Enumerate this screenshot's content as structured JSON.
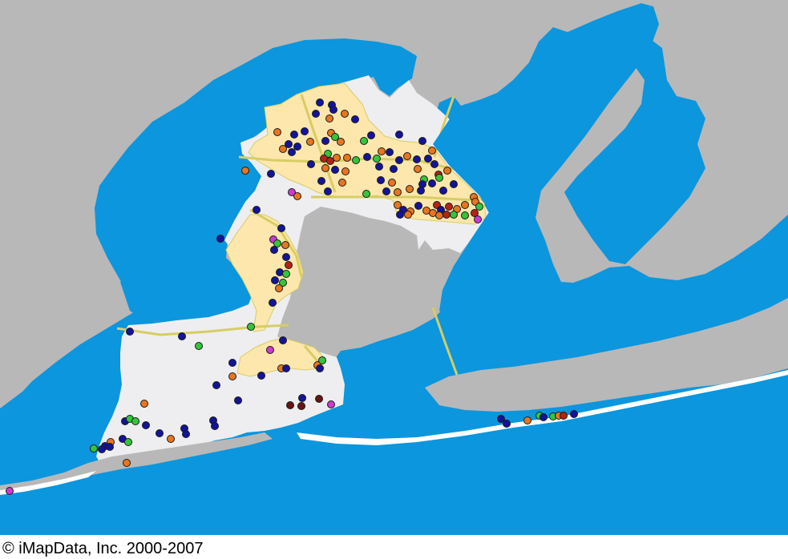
{
  "map": {
    "copyright": "© iMapData, Inc. 2000-2007",
    "colors": {
      "water": "#0b96dd",
      "land": "#b8b8b8",
      "county": "#eeeef0",
      "city": "#fde7ad",
      "road": "#d7cd63",
      "marker_outline": "#1a1a1a"
    },
    "marker_colors": {
      "blue": "#13149a",
      "orange": "#e8761f",
      "green": "#34c53a",
      "red": "#b52314",
      "magenta": "#cd3ad1",
      "maroon": "#6a1310"
    },
    "markers": [
      {
        "name": "marker-blue",
        "color": "blue",
        "lon": 399,
        "lat": 128
      },
      {
        "name": "marker-blue",
        "color": "blue",
        "lon": 414,
        "lat": 131
      },
      {
        "name": "marker-orange",
        "color": "orange",
        "lon": 430,
        "lat": 142
      },
      {
        "name": "marker-orange",
        "color": "orange",
        "lon": 411,
        "lat": 148
      },
      {
        "name": "marker-blue",
        "color": "blue",
        "lon": 416,
        "lat": 137
      },
      {
        "name": "marker-blue",
        "color": "blue",
        "lon": 443,
        "lat": 149
      },
      {
        "name": "marker-blue",
        "color": "blue",
        "lon": 394,
        "lat": 142
      },
      {
        "name": "marker-orange",
        "color": "orange",
        "lon": 346,
        "lat": 165
      },
      {
        "name": "marker-blue",
        "color": "blue",
        "lon": 367,
        "lat": 168
      },
      {
        "name": "marker-blue",
        "color": "blue",
        "lon": 380,
        "lat": 164
      },
      {
        "name": "marker-orange",
        "color": "orange",
        "lon": 387,
        "lat": 177
      },
      {
        "name": "marker-blue",
        "color": "blue",
        "lon": 360,
        "lat": 180
      },
      {
        "name": "marker-blue",
        "color": "blue",
        "lon": 371,
        "lat": 183
      },
      {
        "name": "marker-orange",
        "color": "orange",
        "lon": 353,
        "lat": 186
      },
      {
        "name": "marker-blue",
        "color": "blue",
        "lon": 364,
        "lat": 190
      },
      {
        "name": "marker-orange",
        "color": "orange",
        "lon": 413,
        "lat": 166
      },
      {
        "name": "marker-green",
        "color": "green",
        "lon": 418,
        "lat": 171
      },
      {
        "name": "marker-orange",
        "color": "orange",
        "lon": 425,
        "lat": 177
      },
      {
        "name": "marker-blue",
        "color": "blue",
        "lon": 406,
        "lat": 176
      },
      {
        "name": "marker-green",
        "color": "green",
        "lon": 454,
        "lat": 176
      },
      {
        "name": "marker-blue",
        "color": "blue",
        "lon": 463,
        "lat": 169
      },
      {
        "name": "marker-blue",
        "color": "blue",
        "lon": 498,
        "lat": 168
      },
      {
        "name": "marker-blue",
        "color": "blue",
        "lon": 527,
        "lat": 176
      },
      {
        "name": "marker-orange",
        "color": "orange",
        "lon": 539,
        "lat": 188
      },
      {
        "name": "marker-orange",
        "color": "orange",
        "lon": 476,
        "lat": 189
      },
      {
        "name": "marker-blue",
        "color": "blue",
        "lon": 486,
        "lat": 190
      },
      {
        "name": "marker-green",
        "color": "green",
        "lon": 409,
        "lat": 192
      },
      {
        "name": "marker-red",
        "color": "red",
        "lon": 404,
        "lat": 198
      },
      {
        "name": "marker-red",
        "color": "red",
        "lon": 412,
        "lat": 201
      },
      {
        "name": "marker-orange",
        "color": "orange",
        "lon": 420,
        "lat": 197
      },
      {
        "name": "marker-orange",
        "color": "orange",
        "lon": 433,
        "lat": 197
      },
      {
        "name": "marker-green",
        "color": "green",
        "lon": 444,
        "lat": 200
      },
      {
        "name": "marker-blue",
        "color": "blue",
        "lon": 458,
        "lat": 196
      },
      {
        "name": "marker-green",
        "color": "green",
        "lon": 470,
        "lat": 198
      },
      {
        "name": "marker-blue",
        "color": "blue",
        "lon": 498,
        "lat": 200
      },
      {
        "name": "marker-orange",
        "color": "orange",
        "lon": 508,
        "lat": 195
      },
      {
        "name": "marker-blue",
        "color": "blue",
        "lon": 520,
        "lat": 199
      },
      {
        "name": "marker-blue",
        "color": "blue",
        "lon": 534,
        "lat": 198
      },
      {
        "name": "marker-blue",
        "color": "blue",
        "lon": 542,
        "lat": 205
      },
      {
        "name": "marker-orange",
        "color": "orange",
        "lon": 306,
        "lat": 213
      },
      {
        "name": "marker-blue",
        "color": "blue",
        "lon": 338,
        "lat": 217
      },
      {
        "name": "marker-blue",
        "color": "blue",
        "lon": 388,
        "lat": 205
      },
      {
        "name": "marker-orange",
        "color": "orange",
        "lon": 406,
        "lat": 210
      },
      {
        "name": "marker-blue",
        "color": "blue",
        "lon": 418,
        "lat": 212
      },
      {
        "name": "marker-orange",
        "color": "orange",
        "lon": 431,
        "lat": 214
      },
      {
        "name": "marker-blue",
        "color": "blue",
        "lon": 473,
        "lat": 208
      },
      {
        "name": "marker-blue",
        "color": "blue",
        "lon": 491,
        "lat": 211
      },
      {
        "name": "marker-orange",
        "color": "orange",
        "lon": 521,
        "lat": 211
      },
      {
        "name": "marker-orange",
        "color": "orange",
        "lon": 558,
        "lat": 213
      },
      {
        "name": "marker-red",
        "color": "red",
        "lon": 547,
        "lat": 218
      },
      {
        "name": "marker-green",
        "color": "green",
        "lon": 548,
        "lat": 222
      },
      {
        "name": "marker-green",
        "color": "green",
        "lon": 529,
        "lat": 224
      },
      {
        "name": "marker-blue",
        "color": "blue",
        "lon": 401,
        "lat": 226
      },
      {
        "name": "marker-orange",
        "color": "orange",
        "lon": 427,
        "lat": 228
      },
      {
        "name": "marker-blue",
        "color": "blue",
        "lon": 475,
        "lat": 225
      },
      {
        "name": "marker-orange",
        "color": "orange",
        "lon": 489,
        "lat": 228
      },
      {
        "name": "marker-blue",
        "color": "blue",
        "lon": 527,
        "lat": 230
      },
      {
        "name": "marker-blue",
        "color": "blue",
        "lon": 539,
        "lat": 229
      },
      {
        "name": "marker-blue",
        "color": "blue",
        "lon": 566,
        "lat": 230
      },
      {
        "name": "marker-magenta",
        "color": "magenta",
        "lon": 364,
        "lat": 240
      },
      {
        "name": "marker-orange",
        "color": "orange",
        "lon": 371,
        "lat": 245
      },
      {
        "name": "marker-blue",
        "color": "blue",
        "lon": 409,
        "lat": 239
      },
      {
        "name": "marker-green",
        "color": "green",
        "lon": 457,
        "lat": 242
      },
      {
        "name": "marker-blue",
        "color": "blue",
        "lon": 482,
        "lat": 239
      },
      {
        "name": "marker-orange",
        "color": "orange",
        "lon": 496,
        "lat": 240
      },
      {
        "name": "marker-orange",
        "color": "orange",
        "lon": 511,
        "lat": 236
      },
      {
        "name": "marker-blue",
        "color": "blue",
        "lon": 525,
        "lat": 238
      },
      {
        "name": "marker-blue",
        "color": "blue",
        "lon": 553,
        "lat": 238
      },
      {
        "name": "marker-orange",
        "color": "orange",
        "lon": 591,
        "lat": 246
      },
      {
        "name": "marker-orange",
        "color": "orange",
        "lon": 496,
        "lat": 256
      },
      {
        "name": "marker-blue",
        "color": "blue",
        "lon": 503,
        "lat": 262
      },
      {
        "name": "marker-orange",
        "color": "orange",
        "lon": 512,
        "lat": 264
      },
      {
        "name": "marker-blue",
        "color": "blue",
        "lon": 522,
        "lat": 257
      },
      {
        "name": "marker-orange",
        "color": "orange",
        "lon": 532,
        "lat": 263
      },
      {
        "name": "marker-red",
        "color": "red",
        "lon": 545,
        "lat": 256
      },
      {
        "name": "marker-blue",
        "color": "blue",
        "lon": 550,
        "lat": 262
      },
      {
        "name": "marker-red",
        "color": "red",
        "lon": 560,
        "lat": 258
      },
      {
        "name": "marker-orange",
        "color": "orange",
        "lon": 570,
        "lat": 261
      },
      {
        "name": "marker-orange",
        "color": "orange",
        "lon": 580,
        "lat": 256
      },
      {
        "name": "marker-blue",
        "color": "blue",
        "lon": 499,
        "lat": 268
      },
      {
        "name": "marker-orange",
        "color": "orange",
        "lon": 509,
        "lat": 268
      },
      {
        "name": "marker-orange",
        "color": "orange",
        "lon": 540,
        "lat": 266
      },
      {
        "name": "marker-orange",
        "color": "orange",
        "lon": 548,
        "lat": 269
      },
      {
        "name": "marker-red",
        "color": "red",
        "lon": 557,
        "lat": 268
      },
      {
        "name": "marker-green",
        "color": "green",
        "lon": 566,
        "lat": 268
      },
      {
        "name": "marker-green",
        "color": "green",
        "lon": 580,
        "lat": 269
      },
      {
        "name": "marker-red",
        "color": "red",
        "lon": 592,
        "lat": 266
      },
      {
        "name": "marker-magenta",
        "color": "magenta",
        "lon": 596,
        "lat": 274
      },
      {
        "name": "marker-orange",
        "color": "orange",
        "lon": 593,
        "lat": 252
      },
      {
        "name": "marker-green",
        "color": "green",
        "lon": 598,
        "lat": 258
      },
      {
        "name": "marker-blue",
        "color": "blue",
        "lon": 320,
        "lat": 262
      },
      {
        "name": "marker-blue",
        "color": "blue",
        "lon": 351,
        "lat": 285
      },
      {
        "name": "marker-blue",
        "color": "blue",
        "lon": 275,
        "lat": 298
      },
      {
        "name": "marker-magenta",
        "color": "magenta",
        "lon": 341,
        "lat": 299
      },
      {
        "name": "marker-green",
        "color": "green",
        "lon": 346,
        "lat": 304
      },
      {
        "name": "marker-orange",
        "color": "orange",
        "lon": 356,
        "lat": 306
      },
      {
        "name": "marker-blue",
        "color": "blue",
        "lon": 342,
        "lat": 312
      },
      {
        "name": "marker-blue",
        "color": "blue",
        "lon": 357,
        "lat": 321
      },
      {
        "name": "marker-red",
        "color": "red",
        "lon": 360,
        "lat": 331
      },
      {
        "name": "marker-blue",
        "color": "blue",
        "lon": 349,
        "lat": 340
      },
      {
        "name": "marker-green",
        "color": "green",
        "lon": 357,
        "lat": 342
      },
      {
        "name": "marker-blue",
        "color": "blue",
        "lon": 343,
        "lat": 350
      },
      {
        "name": "marker-green",
        "color": "green",
        "lon": 353,
        "lat": 353
      },
      {
        "name": "marker-orange",
        "color": "orange",
        "lon": 348,
        "lat": 360
      },
      {
        "name": "marker-blue",
        "color": "blue",
        "lon": 340,
        "lat": 378
      },
      {
        "name": "marker-green",
        "color": "green",
        "lon": 313,
        "lat": 408
      },
      {
        "name": "marker-blue",
        "color": "blue",
        "lon": 162,
        "lat": 414
      },
      {
        "name": "marker-blue",
        "color": "blue",
        "lon": 227,
        "lat": 420
      },
      {
        "name": "marker-green",
        "color": "green",
        "lon": 248,
        "lat": 432
      },
      {
        "name": "marker-magenta",
        "color": "magenta",
        "lon": 337,
        "lat": 437
      },
      {
        "name": "marker-blue",
        "color": "blue",
        "lon": 290,
        "lat": 453
      },
      {
        "name": "marker-orange",
        "color": "orange",
        "lon": 290,
        "lat": 470
      },
      {
        "name": "marker-blue",
        "color": "blue",
        "lon": 326,
        "lat": 469
      },
      {
        "name": "marker-orange",
        "color": "orange",
        "lon": 351,
        "lat": 460
      },
      {
        "name": "marker-blue",
        "color": "blue",
        "lon": 357,
        "lat": 460
      },
      {
        "name": "marker-orange",
        "color": "orange",
        "lon": 396,
        "lat": 456
      },
      {
        "name": "marker-green",
        "color": "green",
        "lon": 402,
        "lat": 450
      },
      {
        "name": "marker-blue",
        "color": "blue",
        "lon": 353,
        "lat": 425
      },
      {
        "name": "marker-blue",
        "color": "blue",
        "lon": 399,
        "lat": 460
      },
      {
        "name": "marker-blue",
        "color": "blue",
        "lon": 270,
        "lat": 481
      },
      {
        "name": "marker-orange",
        "color": "orange",
        "lon": 180,
        "lat": 504
      },
      {
        "name": "marker-blue",
        "color": "blue",
        "lon": 297,
        "lat": 500
      },
      {
        "name": "marker-maroon",
        "color": "maroon",
        "lon": 362,
        "lat": 506
      },
      {
        "name": "marker-maroon",
        "color": "maroon",
        "lon": 376,
        "lat": 507
      },
      {
        "name": "marker-maroon",
        "color": "maroon",
        "lon": 398,
        "lat": 498
      },
      {
        "name": "marker-magenta",
        "color": "magenta",
        "lon": 413,
        "lat": 505
      },
      {
        "name": "marker-blue",
        "color": "blue",
        "lon": 377,
        "lat": 497
      },
      {
        "name": "marker-blue",
        "color": "blue",
        "lon": 156,
        "lat": 526
      },
      {
        "name": "marker-green",
        "color": "green",
        "lon": 162,
        "lat": 523
      },
      {
        "name": "marker-green",
        "color": "green",
        "lon": 169,
        "lat": 526
      },
      {
        "name": "marker-blue",
        "color": "blue",
        "lon": 182,
        "lat": 531
      },
      {
        "name": "marker-blue",
        "color": "blue",
        "lon": 266,
        "lat": 525
      },
      {
        "name": "marker-blue",
        "color": "blue",
        "lon": 268,
        "lat": 532
      },
      {
        "name": "marker-blue",
        "color": "blue",
        "lon": 230,
        "lat": 535
      },
      {
        "name": "marker-blue",
        "color": "blue",
        "lon": 232,
        "lat": 542
      },
      {
        "name": "marker-blue",
        "color": "blue",
        "lon": 199,
        "lat": 541
      },
      {
        "name": "marker-orange",
        "color": "orange",
        "lon": 213,
        "lat": 548
      },
      {
        "name": "marker-blue",
        "color": "blue",
        "lon": 153,
        "lat": 548
      },
      {
        "name": "marker-green",
        "color": "green",
        "lon": 160,
        "lat": 552
      },
      {
        "name": "marker-orange",
        "color": "orange",
        "lon": 138,
        "lat": 552
      },
      {
        "name": "marker-blue",
        "color": "blue",
        "lon": 131,
        "lat": 557
      },
      {
        "name": "marker-blue",
        "color": "blue",
        "lon": 137,
        "lat": 558
      },
      {
        "name": "marker-blue",
        "color": "blue",
        "lon": 127,
        "lat": 561
      },
      {
        "name": "marker-green",
        "color": "green",
        "lon": 117,
        "lat": 560
      },
      {
        "name": "marker-orange",
        "color": "orange",
        "lon": 158,
        "lat": 578
      },
      {
        "name": "marker-magenta",
        "color": "magenta",
        "lon": 12,
        "lat": 613
      },
      {
        "name": "marker-blue",
        "color": "blue",
        "lon": 625,
        "lat": 523
      },
      {
        "name": "marker-blue",
        "color": "blue",
        "lon": 632,
        "lat": 529
      },
      {
        "name": "marker-orange",
        "color": "orange",
        "lon": 658,
        "lat": 525
      },
      {
        "name": "marker-green",
        "color": "green",
        "lon": 673,
        "lat": 519
      },
      {
        "name": "marker-blue",
        "color": "blue",
        "lon": 678,
        "lat": 521
      },
      {
        "name": "marker-green",
        "color": "green",
        "lon": 690,
        "lat": 520
      },
      {
        "name": "marker-orange",
        "color": "orange",
        "lon": 697,
        "lat": 519
      },
      {
        "name": "marker-red",
        "color": "red",
        "lon": 703,
        "lat": 519
      },
      {
        "name": "marker-blue",
        "color": "blue",
        "lon": 716,
        "lat": 517
      }
    ]
  }
}
